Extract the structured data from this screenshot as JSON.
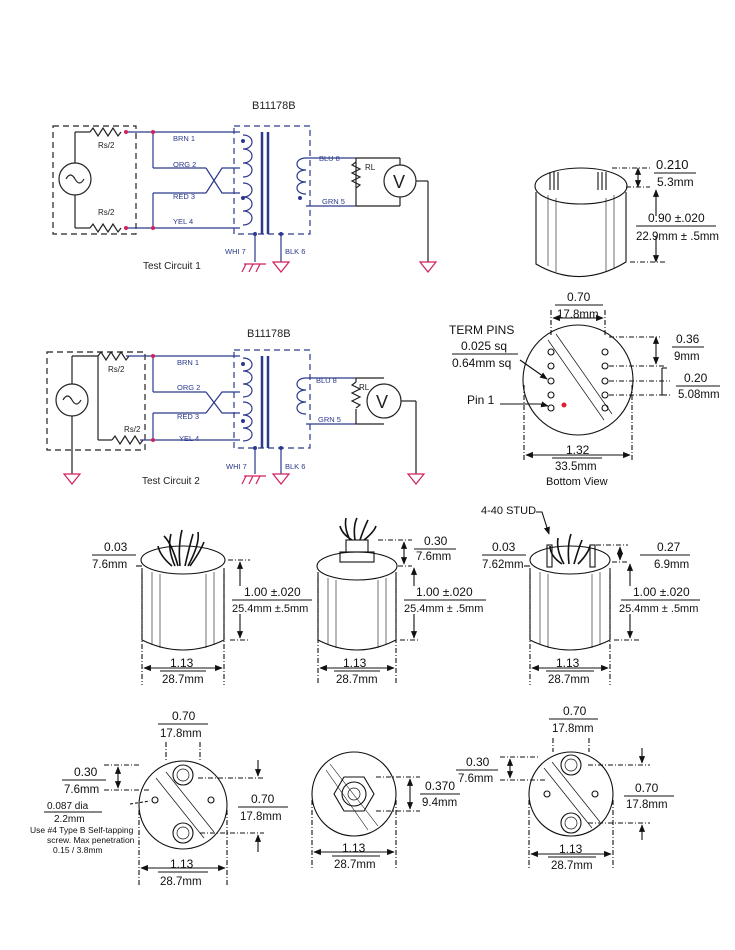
{
  "circuit1": {
    "part": "B11178B",
    "title": "Test Circuit 1",
    "rs_top": "Rs/2",
    "rs_bottom": "Rs/2",
    "brn": "BRN 1",
    "org": "ORG 2",
    "red": "RED 3",
    "yel": "YEL 4",
    "blu": "BLU 8",
    "grn": "GRN 5",
    "rl": "RL",
    "whi": "WHI 7",
    "blk": "BLK 6",
    "meter": "V"
  },
  "circuit2": {
    "part": "B11178B",
    "title": "Test Circuit 2",
    "rs_top": "Rs/2",
    "rs_bottom": "Rs/2",
    "brn": "BRN 1",
    "org": "ORG 2",
    "red": "RED 3",
    "yel": "YEL 4",
    "blu": "BLU 8",
    "grn": "GRN 5",
    "rl": "RL",
    "whi": "WHI 7",
    "blk": "BLK 6",
    "meter": "V"
  },
  "top_right": {
    "d1_in": "0.210",
    "d1_mm": "5.3mm",
    "d2_in": "0.90 ±.020",
    "d2_mm": "22.9mm ± .5mm"
  },
  "bottom_view": {
    "title": "Bottom View",
    "term_pins": "TERM PINS",
    "pin_sq_in": "0.025 sq",
    "pin_sq_mm": "0.64mm sq",
    "pin1": "Pin 1",
    "w_in": "0.70",
    "w_mm": "17.8mm",
    "h_in": "0.36",
    "h_mm": "9mm",
    "p_in": "0.20",
    "p_mm": "5.08mm",
    "d_in": "1.32",
    "d_mm": "33.5mm"
  },
  "row3": {
    "left": {
      "top_in": "0.03",
      "top_mm": "7.6mm",
      "h_in": "1.00 ±.020",
      "h_mm": "25.4mm ±.5mm",
      "d_in": "1.13",
      "d_mm": "28.7mm"
    },
    "mid": {
      "top_in": "0.30",
      "top_mm": "7.6mm",
      "h_in": "1.00 ±.020",
      "h_mm": "25.4mm ± .5mm",
      "d_in": "1.13",
      "d_mm": "28.7mm"
    },
    "right": {
      "stud": "4-40 STUD",
      "left_in": "0.03",
      "left_mm": "7.62mm",
      "top_in": "0.27",
      "top_mm": "6.9mm",
      "h_in": "1.00 ±.020",
      "h_mm": "25.4mm ± .5mm",
      "d_in": "1.13",
      "d_mm": "28.7mm"
    }
  },
  "row4": {
    "left": {
      "w_in": "0.70",
      "w_mm": "17.8mm",
      "off_in": "0.30",
      "off_mm": "7.6mm",
      "hole_in": "0.087 dia",
      "hole_mm": "2.2mm",
      "note1": "Use #4 Type B Self-tapping",
      "note2": "screw.  Max penetration",
      "note3": "0.15 / 3.8mm",
      "r_in": "0.70",
      "r_mm": "17.8mm",
      "d_in": "1.13",
      "d_mm": "28.7mm"
    },
    "mid": {
      "nut_in": "0.370",
      "nut_mm": "9.4mm",
      "d_in": "1.13",
      "d_mm": "28.7mm"
    },
    "right": {
      "w_in": "0.70",
      "w_mm": "17.8mm",
      "off_in": "0.30",
      "off_mm": "7.6mm",
      "r_in": "0.70",
      "r_mm": "17.8mm",
      "d_in": "1.13",
      "d_mm": "28.7mm"
    }
  }
}
